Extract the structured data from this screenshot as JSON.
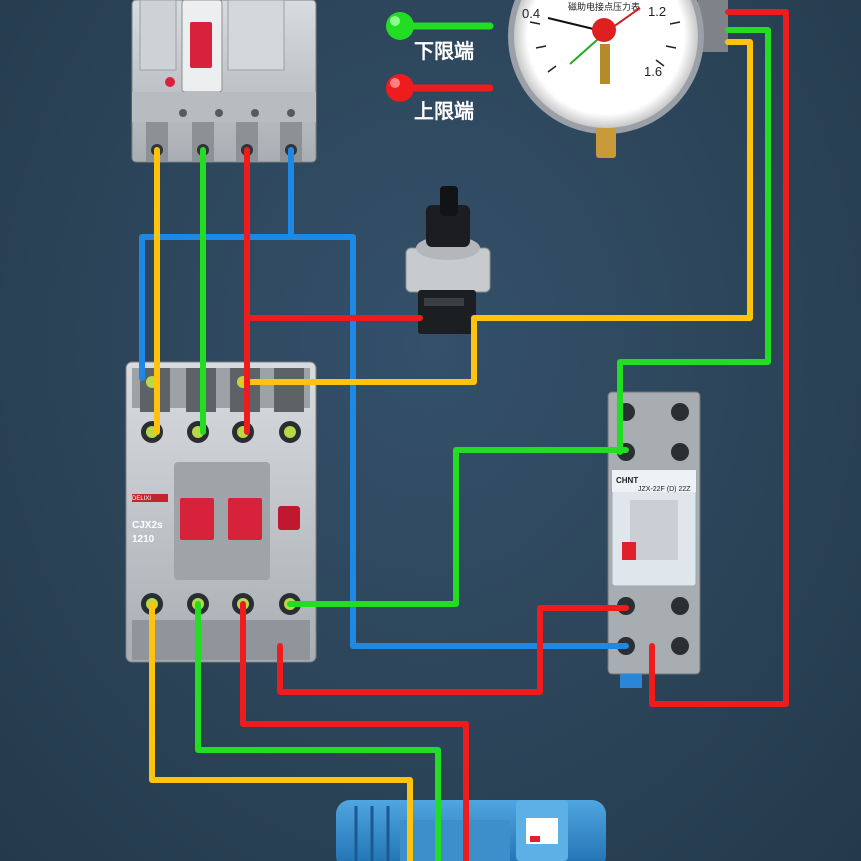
{
  "legend": {
    "items": [
      {
        "label": "下限端",
        "color": "#22dd22"
      },
      {
        "label": "上限端",
        "color": "#ee1c1c"
      }
    ]
  },
  "gauge": {
    "name": "electric contact pressure gauge",
    "dial_labels": [
      "0.4",
      "1.2",
      "1.6"
    ],
    "dial_title": "磁助电接点压力表"
  },
  "breaker": {
    "name": "circuit breaker"
  },
  "selector": {
    "name": "selector switch"
  },
  "contactor": {
    "name": "AC contactor",
    "brand": "DELIXI",
    "model_line1": "CJX2s",
    "model_line2": "1210"
  },
  "relay": {
    "name": "intermediate relay",
    "brand": "CHNT",
    "model": "JZX-22F (D) 22Z"
  },
  "motor": {
    "name": "pump motor"
  },
  "wire_colors": {
    "yellow": "#ffc20e",
    "green": "#22dd22",
    "red": "#ee1c1c",
    "blue": "#1e88e5"
  }
}
